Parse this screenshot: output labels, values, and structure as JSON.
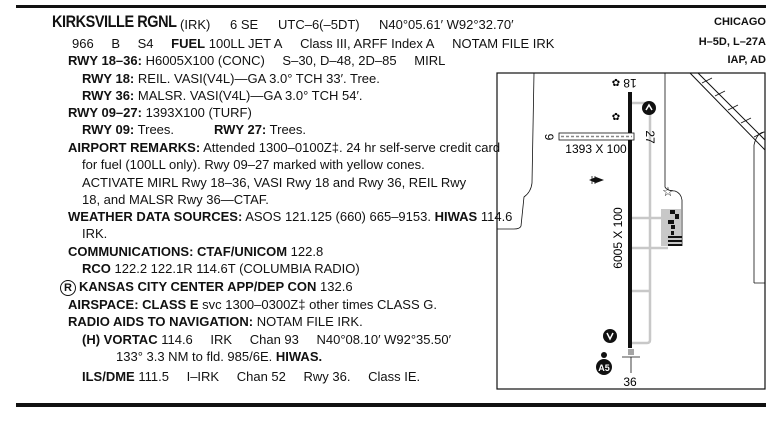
{
  "header": {
    "name": "KIRKSVILLE RGNL",
    "id": "(IRK)",
    "dist": "6 SE",
    "utc": "UTC–6(–5DT)",
    "coords": "N40°05.61′ W92°32.70′",
    "region": "CHICAGO",
    "charts": "H–5D, L–27A",
    "procs": "IAP, AD"
  },
  "line2": {
    "elev": "966",
    "b": "B",
    "s4": "S4",
    "fuel_label": "FUEL",
    "fuel": "100LL JET A",
    "arff": "Class III, ARFF Index A",
    "notam": "NOTAM FILE IRK"
  },
  "rwy1836": {
    "label": "RWY 18–36:",
    "desc": "H6005X100 (CONC)",
    "weights": "S–30, D–48, 2D–85",
    "lights": "MIRL"
  },
  "rwy18": {
    "label": "RWY 18:",
    "desc": "REIL. VASI(V4L)—GA 3.0° TCH 33′. Tree."
  },
  "rwy36": {
    "label": "RWY 36:",
    "desc": "MALSR. VASI(V4L)—GA 3.0° TCH 54′."
  },
  "rwy0927": {
    "label": "RWY 09–27:",
    "desc": "1393X100 (TURF)"
  },
  "rwy09": {
    "label": "RWY 09:",
    "desc": "Trees."
  },
  "rwy27": {
    "label": "RWY 27:",
    "desc": "Trees."
  },
  "remarks": {
    "label": "AIRPORT REMARKS:",
    "lines": [
      "Attended 1300–0100Z‡. 24 hr self-serve credit card",
      "for fuel (100LL only). Rwy 09–27 marked with yellow cones.",
      "ACTIVATE MIRL Rwy 18–36, VASI Rwy 18 and Rwy 36, REIL Rwy",
      "18, and MALSR Rwy 36—CTAF."
    ]
  },
  "weather": {
    "label": "WEATHER DATA SOURCES:",
    "text": "ASOS 121.125 (660) 665–9153.",
    "hiwas_label": "HIWAS",
    "hiwas": "114.6",
    "cont": "IRK."
  },
  "comms": {
    "label": "COMMUNICATIONS: CTAF/UNICOM",
    "freq": "122.8"
  },
  "rco": {
    "label": "RCO",
    "text": "122.2 122.1R 114.6T (COLUMBIA RADIO)"
  },
  "approach": {
    "symbol": "R",
    "label": "KANSAS CITY CENTER APP/DEP CON",
    "freq": "132.6"
  },
  "airspace": {
    "label": "AIRSPACE: CLASS E",
    "text": "svc 1300–0300Z‡ other times CLASS G."
  },
  "navaids": {
    "label": "RADIO AIDS TO NAVIGATION:",
    "text": "NOTAM FILE IRK."
  },
  "vortac": {
    "label": "(H) VORTAC",
    "freq": "114.6",
    "id": "IRK",
    "chan": "Chan 93",
    "coords": "N40°08.10′ W92°35.50′",
    "line2": "133° 3.3 NM to fld. 985/6E.",
    "hiwas": "HIWAS."
  },
  "ils": {
    "label": "ILS/DME",
    "freq": "111.5",
    "id": "I–IRK",
    "chan": "Chan 52",
    "rwy": "Rwy 36.",
    "cls": "Class IE."
  },
  "diagram": {
    "rwy18": "18",
    "rwy36": "36",
    "rwy27": "27",
    "rwy9": "9",
    "dims_turf": "1393 X 100",
    "dims_main": "6005 X 100",
    "badge_a": "A5"
  }
}
